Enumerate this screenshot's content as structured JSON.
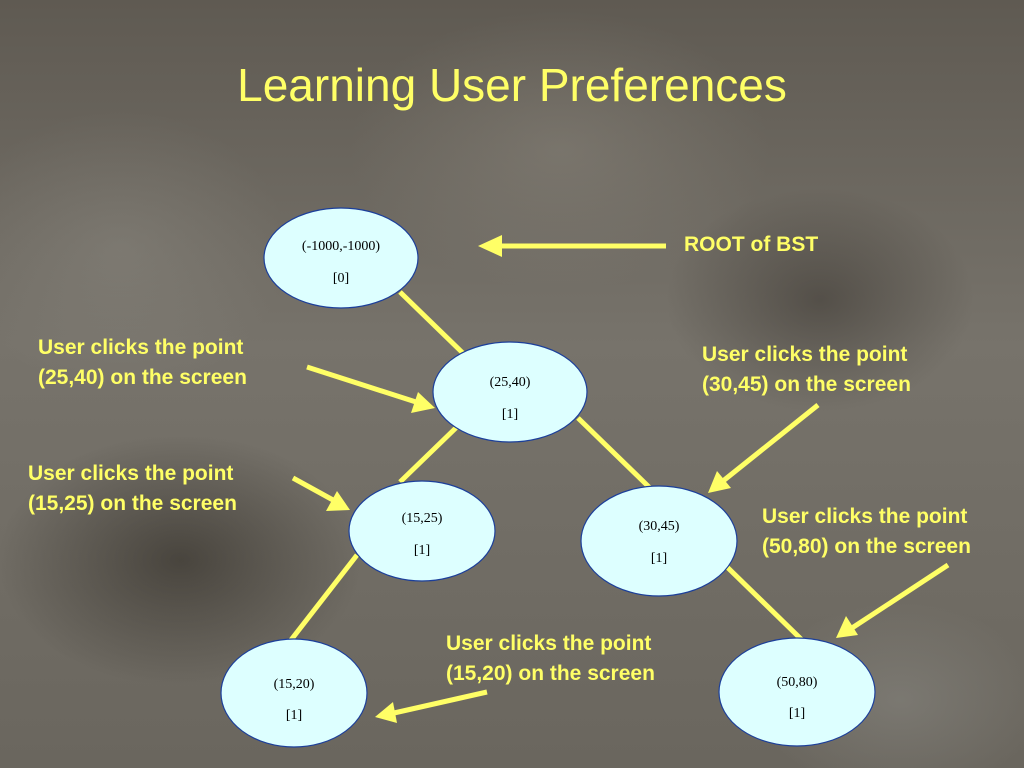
{
  "slide": {
    "title": "Learning User Preferences"
  },
  "colors": {
    "accent": "#ffff66",
    "node_fill": "#ddffff",
    "node_stroke": "#1c3f9a"
  },
  "nodes": [
    {
      "id": "root",
      "point": "(-1000,-1000)",
      "count": "[0]"
    },
    {
      "id": "n25_40",
      "point": "(25,40)",
      "count": "[1]"
    },
    {
      "id": "n15_25",
      "point": "(15,25)",
      "count": "[1]"
    },
    {
      "id": "n30_45",
      "point": "(30,45)",
      "count": "[1]"
    },
    {
      "id": "n15_20",
      "point": "(15,20)",
      "count": "[1]"
    },
    {
      "id": "n50_80",
      "point": "(50,80)",
      "count": "[1]"
    }
  ],
  "edges": [
    {
      "from": "root",
      "to": "n25_40"
    },
    {
      "from": "n25_40",
      "to": "n15_25"
    },
    {
      "from": "n25_40",
      "to": "n30_45"
    },
    {
      "from": "n15_25",
      "to": "n15_20"
    },
    {
      "from": "n30_45",
      "to": "n50_80"
    }
  ],
  "annotations": {
    "root": {
      "line1": "ROOT of BST"
    },
    "n25_40": {
      "line1": "User clicks the point",
      "line2": "(25,40) on the screen"
    },
    "n15_25": {
      "line1": "User clicks the point",
      "line2": "(15,25) on the screen"
    },
    "n30_45": {
      "line1": "User clicks the point",
      "line2": "(30,45) on the screen"
    },
    "n50_80": {
      "line1": "User clicks the point",
      "line2": "(50,80) on the screen"
    },
    "n15_20": {
      "line1": "User clicks the point",
      "line2": "(15,20) on the screen"
    }
  }
}
